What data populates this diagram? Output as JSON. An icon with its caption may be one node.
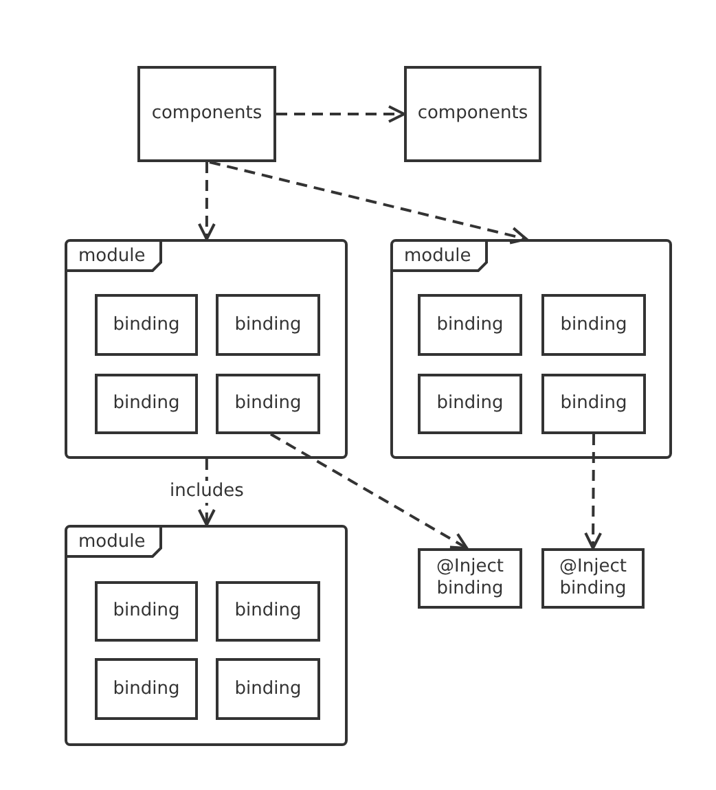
{
  "diagram": {
    "nodes": [
      {
        "text": [
          "components"
        ]
      },
      {
        "text": [
          "components"
        ]
      },
      {
        "text": [
          "module"
        ]
      },
      {
        "text": [
          "binding"
        ],
        "in": 2
      },
      {
        "text": [
          "binding"
        ],
        "in": 2
      },
      {
        "text": [
          "binding"
        ],
        "in": 2
      },
      {
        "text": [
          "binding"
        ],
        "in": 2
      },
      {
        "text": [
          "module"
        ]
      },
      {
        "text": [
          "binding"
        ],
        "in": 7
      },
      {
        "text": [
          "binding"
        ],
        "in": 7
      },
      {
        "text": [
          "binding"
        ],
        "in": 7
      },
      {
        "text": [
          "binding"
        ],
        "in": 7
      },
      {
        "text": [
          "module"
        ]
      },
      {
        "text": [
          "binding"
        ],
        "in": 12
      },
      {
        "text": [
          "binding"
        ],
        "in": 12
      },
      {
        "text": [
          "binding"
        ],
        "in": 12
      },
      {
        "text": [
          "binding"
        ],
        "in": 12
      },
      {
        "text": [
          "@Inject binding"
        ]
      },
      {
        "text": [
          "@Inject binding"
        ]
      }
    ],
    "edges": [
      {
        "from": 0,
        "to": 1,
        "arrow": "to",
        "style": "dashed"
      },
      {
        "from": 0,
        "to": 2,
        "arrow": "to",
        "style": "dashed"
      },
      {
        "from": 0,
        "to": 7,
        "arrow": "to",
        "style": "dashed"
      },
      {
        "from": 2,
        "to": 12,
        "arrow": "to",
        "style": "dashed",
        "label": "includes"
      },
      {
        "from": 6,
        "to": 17,
        "arrow": "to",
        "style": "dashed"
      },
      {
        "from": 11,
        "to": 18,
        "arrow": "to",
        "style": "dashed"
      }
    ]
  }
}
